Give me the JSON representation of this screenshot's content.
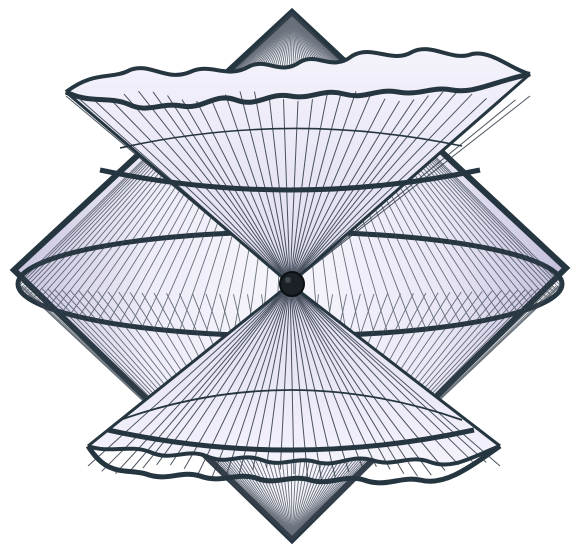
{
  "figure": {
    "kind": "hand-drawn illustration",
    "elements": [
      "outer-diamond-cone",
      "upper-flared-cone",
      "lower-flared-cone",
      "center-vertex-dot"
    ],
    "colors": {
      "fill": "#e6e4f5",
      "fill_light": "#f4f3fb",
      "fill_shade": "#c8c5df",
      "stroke": "#263640",
      "hatch": "#3a4450",
      "background": "#ffffff"
    }
  }
}
